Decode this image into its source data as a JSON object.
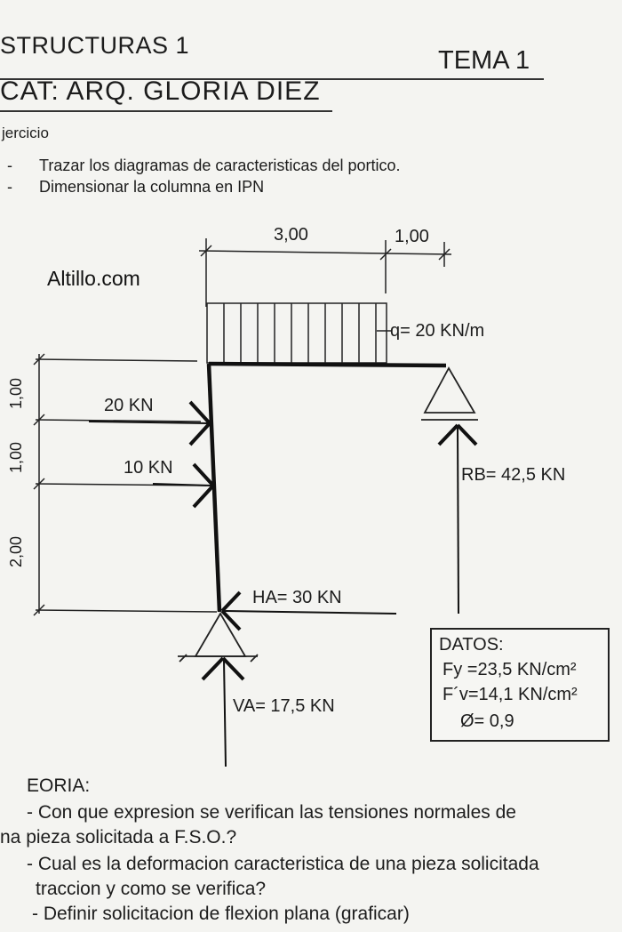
{
  "header": {
    "course": "STRUCTURAS 1",
    "topic": "TEMA 1",
    "chair": "CAT: ARQ. GLORIA DIEZ"
  },
  "exercise": {
    "label": "jercicio",
    "tasks": [
      "Trazar los diagramas de caracteristicas del portico.",
      "Dimensionar la columna en IPN"
    ]
  },
  "watermark": "Altillo.com",
  "diagram": {
    "span_top_left": "3,00",
    "span_top_right": "1,00",
    "height_1": "1,00",
    "height_2": "1,00",
    "height_3": "2,00",
    "load_q": "q= 20 KN/m",
    "force_1": "20 KN",
    "force_2": "10 KN",
    "reaction_b": "RB= 42,5 KN",
    "reaction_ha": "HA= 30 KN",
    "reaction_va": "VA= 17,5 KN"
  },
  "datos": {
    "title": "DATOS:",
    "fy": "Fy =23,5 KN/cm²",
    "fv": "F´v=14,1 KN/cm²",
    "phi": "Ø= 0,9"
  },
  "teoria": {
    "title": "EORIA:",
    "questions": [
      "- Con que expresion se verifican las tensiones normales de",
      "na pieza solicitada a F.S.O.?",
      "- Cual es la deformacion caracteristica de una pieza solicitada",
      "traccion y como se verifica?",
      "- Definir solicitacion de flexion plana (graficar)"
    ]
  }
}
